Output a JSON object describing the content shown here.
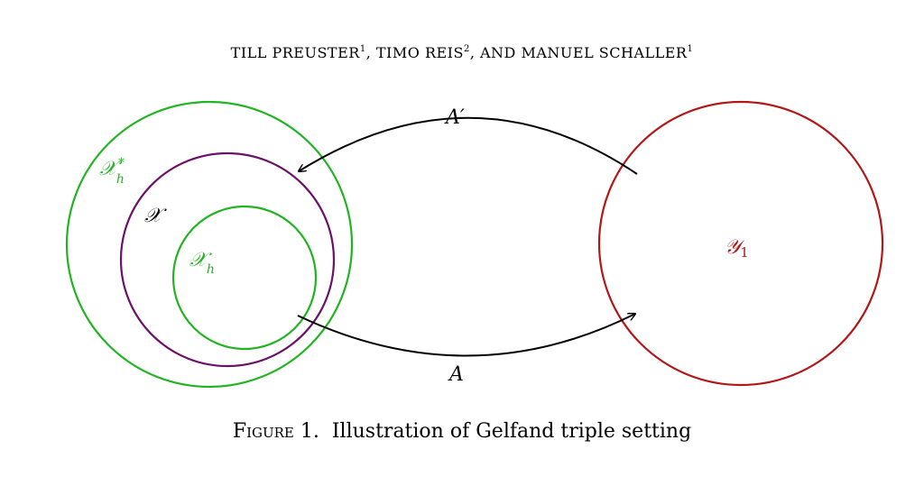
{
  "header": {
    "author1": "TILL PREUSTER",
    "sup1": "1",
    "author2": "TIMO REIS",
    "sup2": "2",
    "sep": ", AND ",
    "author3": "MANUEL SCHALLER",
    "sup3": "1",
    "comma": ", "
  },
  "diagram": {
    "labels": {
      "xh_star": "𝒳",
      "xh_star_sub": "h",
      "xh_star_sup": "*",
      "x": "𝒳",
      "xh": "𝒳",
      "xh_sub": "h",
      "y1": "𝒴",
      "y1_sub": "1",
      "a_prime": "A′",
      "a": "A"
    },
    "colors": {
      "green": "#22b322",
      "purple": "#6b1167",
      "red": "#b21717",
      "black": "#000000"
    }
  },
  "caption": {
    "label": "Figure 1.",
    "text": "Illustration of Gelfand triple setting"
  }
}
